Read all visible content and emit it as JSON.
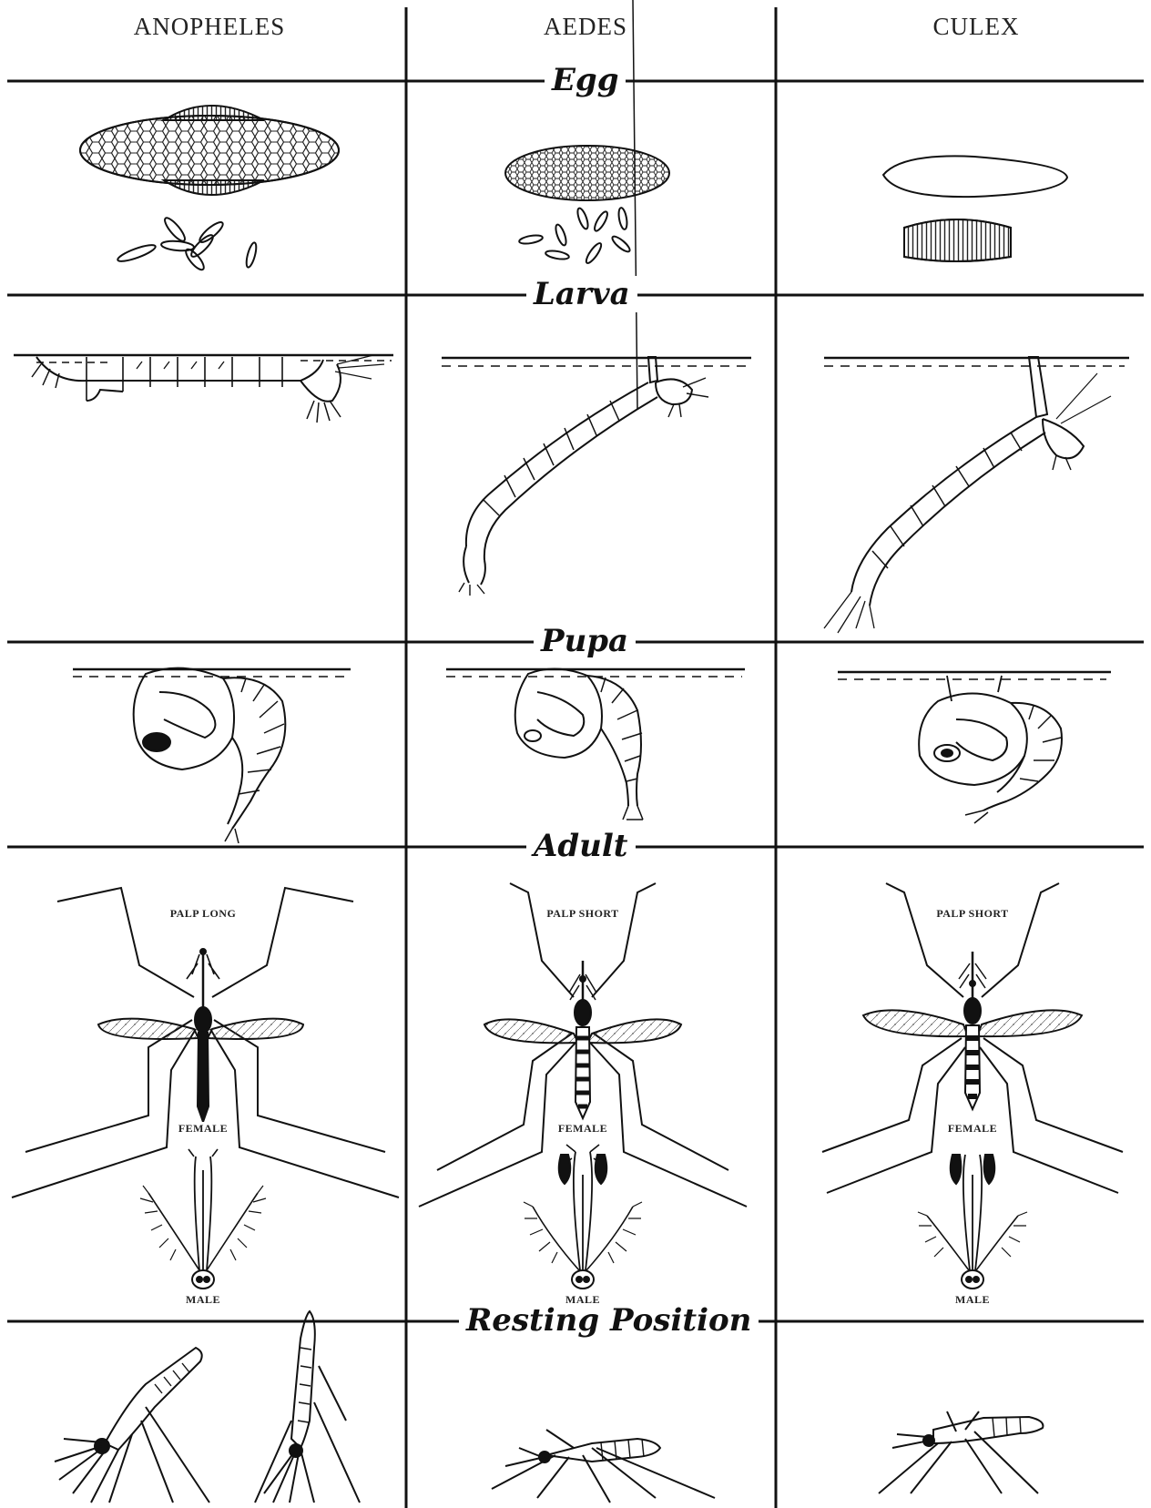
{
  "columns": [
    "ANOPHELES",
    "AEDES",
    "CULEX"
  ],
  "stages": [
    "Egg",
    "Larva",
    "Pupa",
    "Adult",
    "Resting Position"
  ],
  "adult_labels": {
    "anopheles": {
      "palp": "PALP LONG",
      "female": "FEMALE",
      "male": "MALE"
    },
    "aedes": {
      "palp": "PALP SHORT",
      "female": "FEMALE",
      "male": "MALE"
    },
    "culex": {
      "palp": "PALP SHORT",
      "female": "FEMALE",
      "male": "MALE"
    }
  }
}
